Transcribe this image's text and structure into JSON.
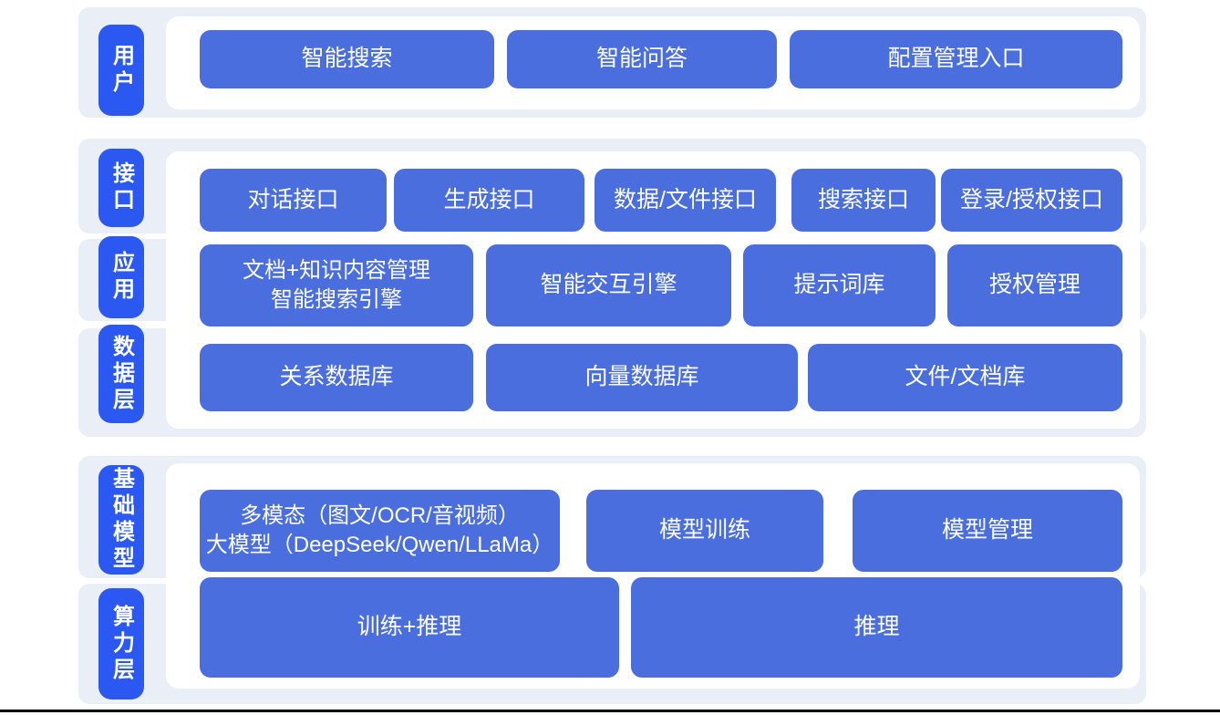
{
  "diagram": {
    "colors": {
      "pill-blue": "#2a58f1",
      "box-blue": "#4a6edd",
      "band-gray": "#e9eef7",
      "panel-white": "#ffffff",
      "rule-black": "#000000"
    },
    "layers": {
      "user": {
        "pill": "用户",
        "boxes": [
          "智能搜索",
          "智能问答",
          "配置管理入口"
        ]
      },
      "interface": {
        "pill": "接口",
        "boxes": [
          "对话接口",
          "生成接口",
          "数据/文件接口",
          "搜索接口",
          "登录/授权接口"
        ]
      },
      "application": {
        "pill": "应用",
        "boxes": [
          "文档+知识内容管理\n智能搜索引擎",
          "智能交互引擎",
          "提示词库",
          "授权管理"
        ]
      },
      "data": {
        "pill": "数据层",
        "boxes": [
          "关系数据库",
          "向量数据库",
          "文件/文档库"
        ]
      },
      "foundation": {
        "pill": "基础模型",
        "boxes": [
          "多模态（图文/OCR/音视频）\n大模型（DeepSeek/Qwen/LLaMa）",
          "模型训练",
          "模型管理"
        ]
      },
      "compute": {
        "pill": "算力层",
        "boxes": [
          "训练+推理",
          "推理"
        ]
      }
    }
  }
}
